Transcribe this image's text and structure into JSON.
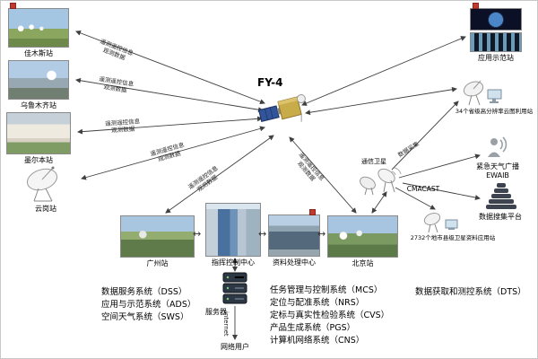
{
  "title": "FY-4",
  "stations": {
    "jiamusi": "佳木斯站",
    "urumqi": "乌鲁木齐站",
    "melbourne": "墨尔本站",
    "yungang": "云岗站",
    "guangzhou": "广州站",
    "command_center": "指挥控制中心",
    "data_center": "资料处理中心",
    "beijing": "北京站",
    "app_demo": "应用示范站",
    "provincial": "34个省级高分辨率云图利用站",
    "ewaib_line1": "紧急天气广播",
    "ewaib_line2": "EWAIB",
    "data_platform": "数据搜集平台",
    "county": "2732个地市县级卫星资料应用站",
    "cmacast": "CMACAST",
    "comsat": "通信卫星",
    "server": "服务器",
    "internet": "internet",
    "net_users": "网络用户"
  },
  "edge_labels": {
    "telemetry": "遥测遥控信息",
    "observation": "观测数据",
    "data_collection": "数据采集"
  },
  "systems": {
    "left": [
      "数据服务系统（DSS）",
      "应用与示范系统（ADS）",
      "空间天气系统（SWS）"
    ],
    "center": [
      "任务管理与控制系统（MCS）",
      "定位与配准系统（NRS）",
      "定标与真实性检验系统（CVS）",
      "产品生成系统（PGS）",
      "计算机网络系统（CNS）"
    ],
    "right": [
      "数据获取和测控系统（DTS）"
    ]
  }
}
